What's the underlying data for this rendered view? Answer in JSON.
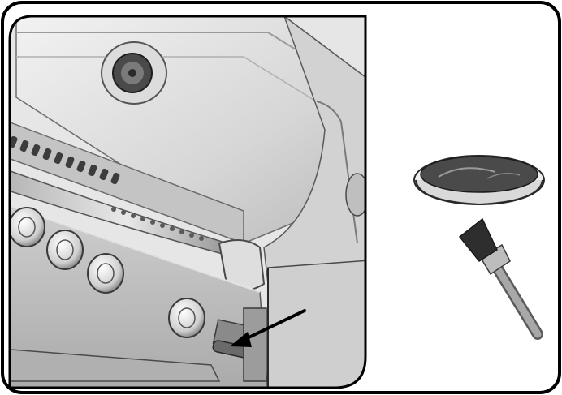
{
  "illustration": {
    "subject": "grill-cleaning-step",
    "parts": {
      "grill": "stainless-steel-gas-grill",
      "control_knobs": 5,
      "pan": "oil-dish",
      "brush": "basting-brush",
      "arrow": "pointer-arrow"
    }
  },
  "colors": {
    "frame": "#000000",
    "steel_light": "#ececec",
    "steel_mid": "#cfcfcf",
    "steel_dark": "#8e8e8e",
    "shadow": "#5a5a5a",
    "panel": "#bdbdbd",
    "pan_fill": "#4a4a4a",
    "brush_handle": "#9a9a9a",
    "bristles": "#2e2e2e"
  }
}
